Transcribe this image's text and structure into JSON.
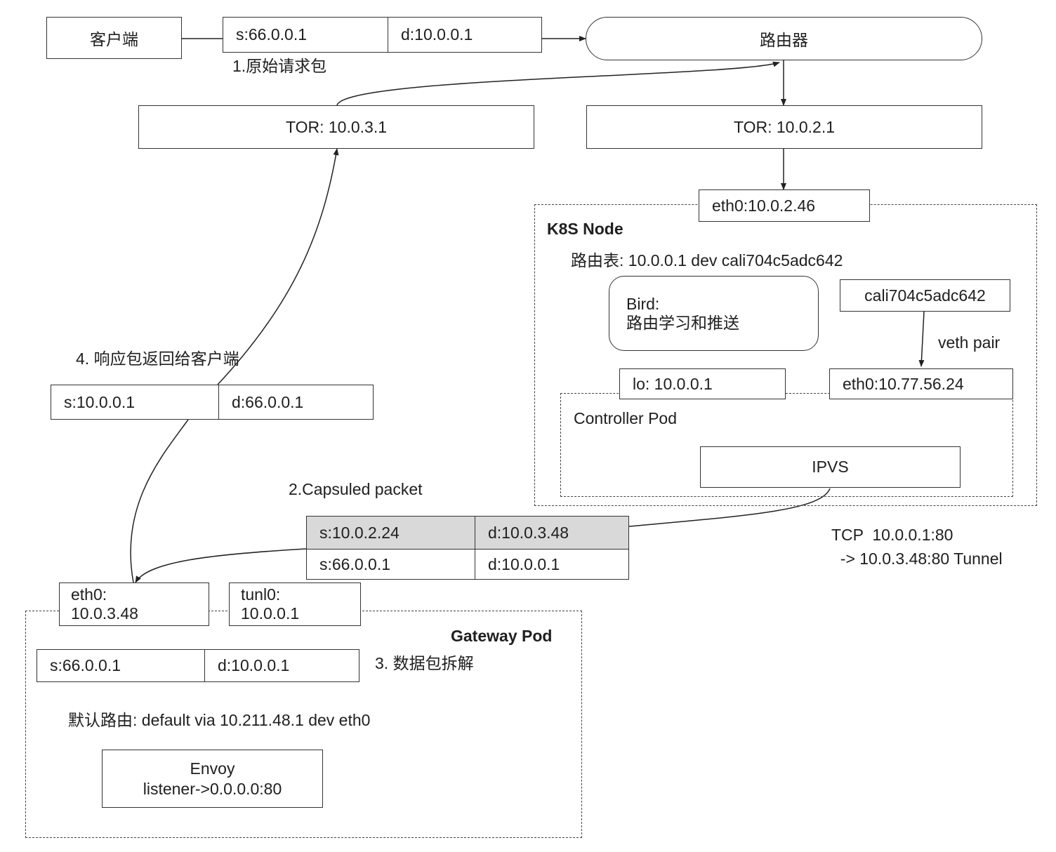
{
  "client": "客户端",
  "router": "路由器",
  "req_packet": {
    "src": "s:66.0.0.1",
    "dst": "d:10.0.0.1",
    "label": "1.原始请求包"
  },
  "tor_left": "TOR: 10.0.3.1",
  "tor_right": "TOR: 10.0.2.1",
  "k8s_node": {
    "title": "K8S Node",
    "eth0": "eth0:10.0.2.46",
    "route_table": "路由表: 10.0.0.1 dev cali704c5adc642",
    "bird_line1": "Bird:",
    "bird_line2": "路由学习和推送",
    "cali": "cali704c5adc642",
    "veth_pair": "veth pair",
    "lo": "lo: 10.0.0.1",
    "pod_eth0": "eth0:10.77.56.24",
    "controller_pod": "Controller Pod",
    "ipvs": "IPVS"
  },
  "tcp_rule_line1": "TCP  10.0.0.1:80",
  "tcp_rule_line2": "  -> 10.0.3.48:80 Tunnel",
  "capsuled": {
    "label": "2.Capsuled packet",
    "outer_src": "s:10.0.2.24",
    "outer_dst": "d:10.0.3.48",
    "inner_src": "s:66.0.0.1",
    "inner_dst": "d:10.0.0.1"
  },
  "response": {
    "label": "4. 响应包返回给客户端",
    "src": "s:10.0.0.1",
    "dst": "d:66.0.0.1"
  },
  "gateway_pod": {
    "title": "Gateway Pod",
    "eth0_line1": "eth0:",
    "eth0_line2": "10.0.3.48",
    "tunl0_line1": "tunl0:",
    "tunl0_line2": "10.0.0.1",
    "decap_src": "s:66.0.0.1",
    "decap_dst": "d:10.0.0.1",
    "decap_label": "3. 数据包拆解",
    "default_route": "默认路由: default via 10.211.48.1 dev eth0",
    "envoy_line1": "Envoy",
    "envoy_line2": "listener->0.0.0.0:80"
  }
}
